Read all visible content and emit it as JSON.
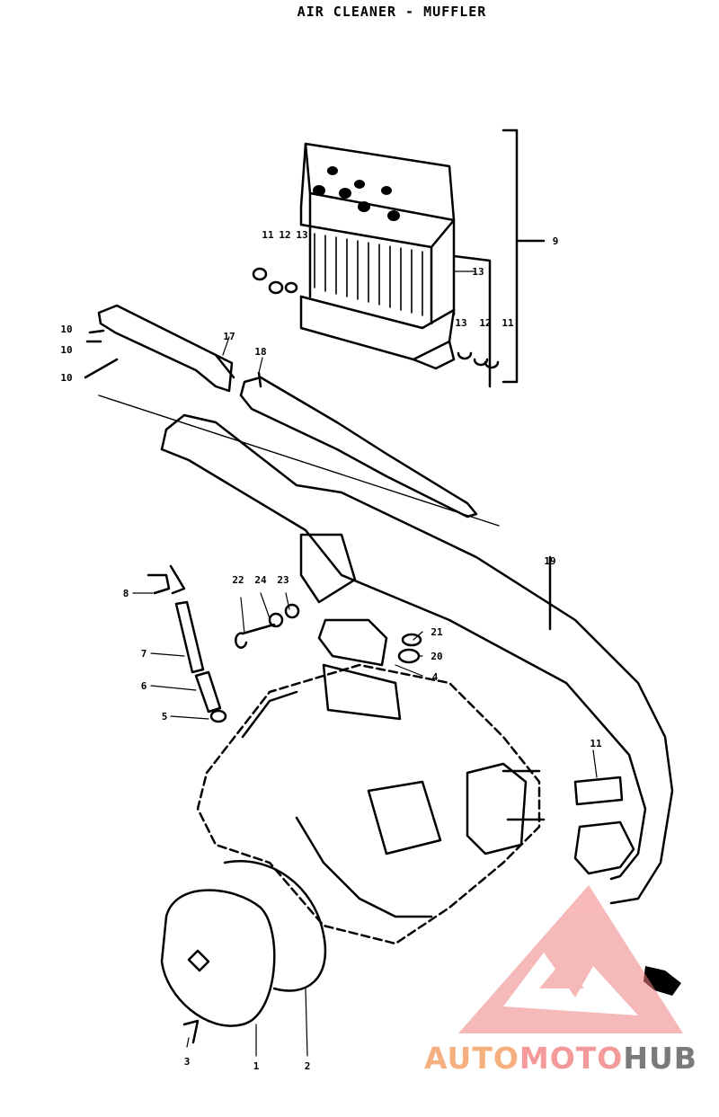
{
  "title": "AIR CLEANER - MUFFLER",
  "callouts": {
    "c9": "9",
    "c11a": "11",
    "c12a": "12",
    "c13a": "13",
    "c13b": "13",
    "c13c": "13",
    "c12b": "12",
    "c11b": "11",
    "c10a": "10",
    "c10b": "10",
    "c10c": "10",
    "c17": "17",
    "c18": "18",
    "c19": "19",
    "c8": "8",
    "c7": "7",
    "c6": "6",
    "c5": "5",
    "c22": "22",
    "c24": "24",
    "c23": "23",
    "c21": "21",
    "c20": "20",
    "c4": "4",
    "c11c": "11",
    "c3": "3",
    "c1": "1",
    "c2": "2"
  },
  "watermark": {
    "part1": "AUTO",
    "part2": "MOTO",
    "part3": "HUB"
  },
  "colors": {
    "ink": "#000000",
    "wm_pink": "#f49a9a",
    "wm_orange": "#f6b080",
    "wm_gray": "#7a7a7a"
  }
}
